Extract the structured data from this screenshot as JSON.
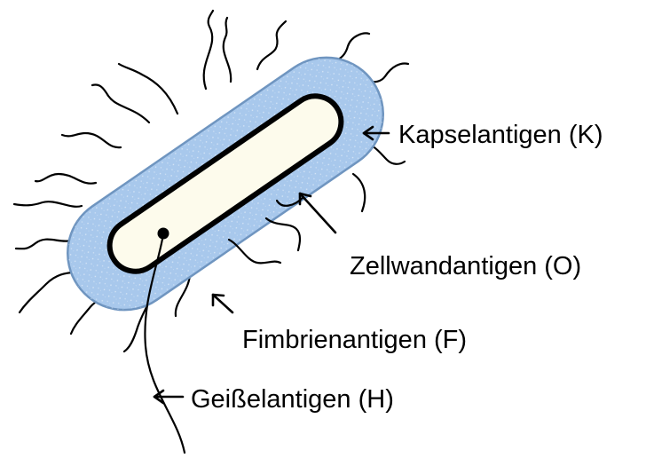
{
  "diagram": {
    "labels": {
      "capsule": "Kapselantigen (K)",
      "cell_wall": "Zellwandantigen (O)",
      "fimbriae": "Fimbrienantigen (F)",
      "flagellum": "Geißelantigen (H)"
    },
    "colors": {
      "background": "#ffffff",
      "capsule_fill": "#a8c8ec",
      "capsule_stroke": "#6f95c0",
      "cell_fill": "#fdfbec",
      "outline": "#000000"
    }
  }
}
